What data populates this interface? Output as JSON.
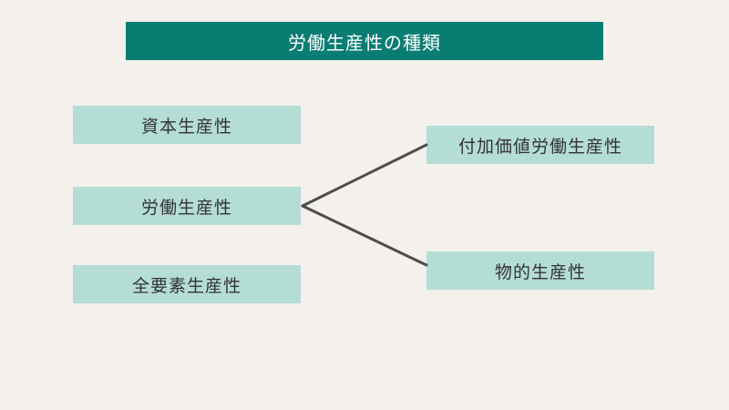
{
  "title": "労働生産性の種類",
  "nodes": {
    "capital": "資本生産性",
    "labor": "労働生産性",
    "tfp": "全要素生産性",
    "value_added": "付加価値労働生産性",
    "physical": "物的生産性"
  },
  "edges": [
    {
      "from": "labor",
      "to": "value_added"
    },
    {
      "from": "labor",
      "to": "physical"
    }
  ],
  "colors": {
    "background": "#f4f1ec",
    "title_bar": "#0a7d73",
    "node_fill": "#b4ddd5",
    "connector": "#4d4d4d"
  }
}
